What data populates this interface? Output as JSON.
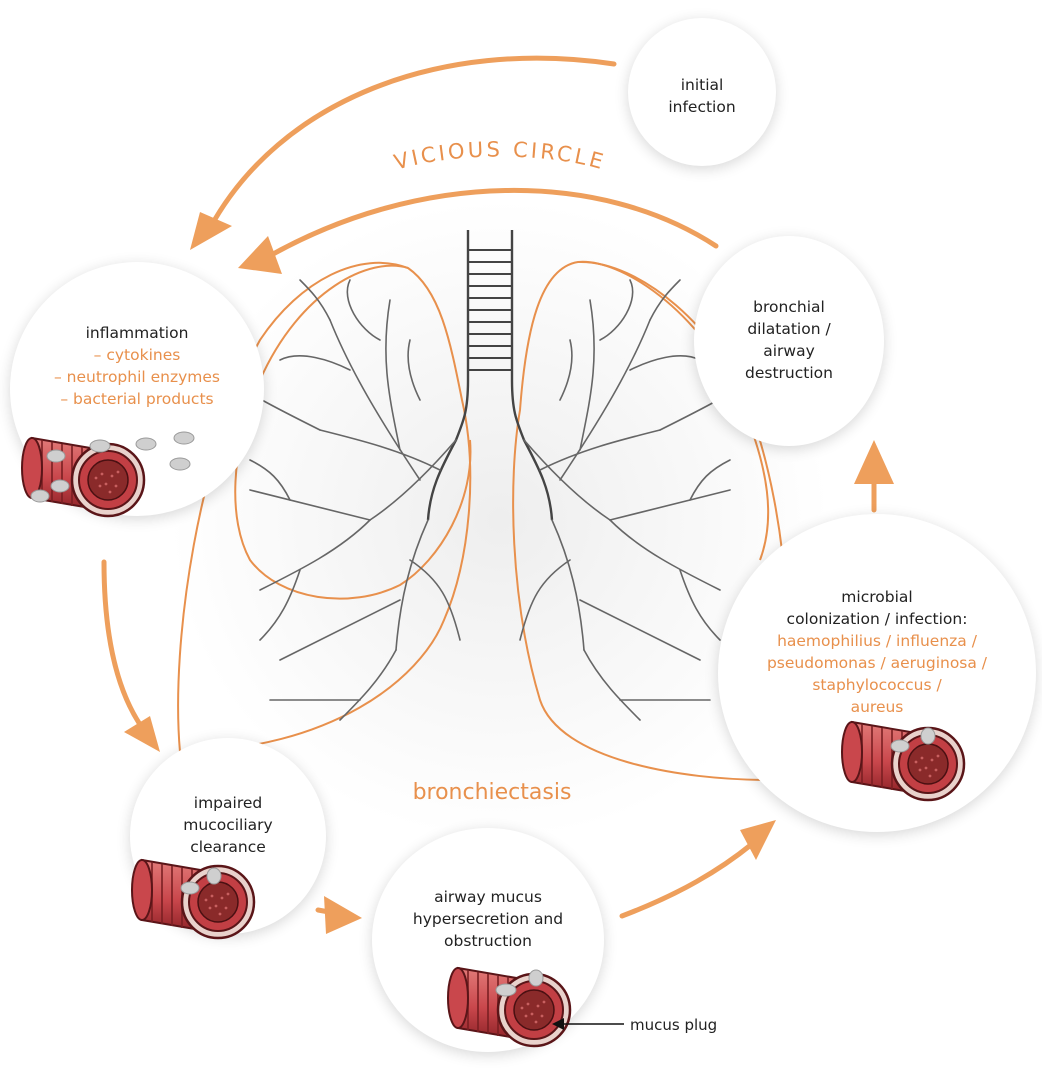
{
  "title": "VICIOUS CIRCLE",
  "center_label": "bronchiectasis",
  "colors": {
    "accent": "#ee9f5c",
    "lung_outline": "#e8904c",
    "airway": "#555555",
    "tube": "#b0343a",
    "tube_dark": "#7a1f22",
    "plug": "#8a2a2a"
  },
  "nodes": [
    {
      "id": "initial-infection",
      "lines": [
        "initial",
        "infection"
      ],
      "detail": []
    },
    {
      "id": "inflammation",
      "lines": [
        "inflammation"
      ],
      "detail": [
        "– cytokines",
        "– neutrophil enzymes",
        "– bacterial products"
      ]
    },
    {
      "id": "bronchial-dilatation",
      "lines": [
        "bronchial",
        "dilatation /",
        "airway",
        "destruction"
      ],
      "detail": []
    },
    {
      "id": "microbial-colonization",
      "lines": [
        "microbial",
        "colonization / infection:"
      ],
      "detail": [
        "haemophilius / influenza /",
        "pseudomonas / aeruginosa /",
        "staphylococcus /",
        "aureus"
      ]
    },
    {
      "id": "impaired-clearance",
      "lines": [
        "impaired",
        "mucociliary",
        "clearance"
      ],
      "detail": []
    },
    {
      "id": "mucus-hypersecretion",
      "lines": [
        "airway mucus",
        "hypersecretion and",
        "obstruction"
      ],
      "detail": []
    }
  ],
  "annotation": {
    "mucus_plug": "mucus plug"
  }
}
